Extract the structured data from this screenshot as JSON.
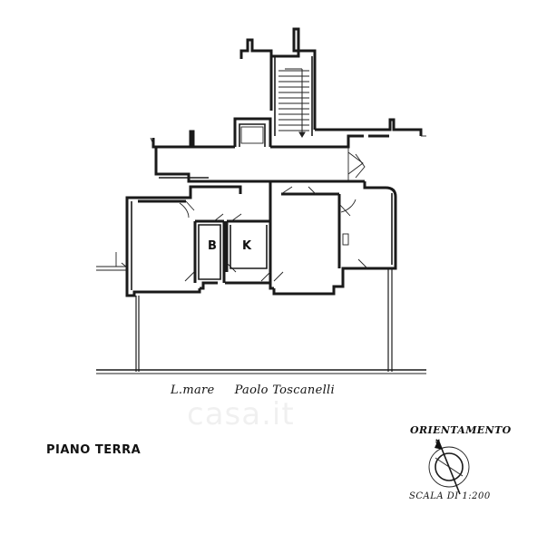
{
  "drawing": {
    "floor_label": "PIANO TERRA",
    "street_prefix": "L.mare",
    "street_name": "Paolo Toscanelli",
    "rooms": [
      {
        "letter": "B"
      },
      {
        "letter": "K"
      }
    ]
  },
  "legend": {
    "orientation_label": "ORIENTAMENTO",
    "scale_label": "SCALA DI 1:200",
    "compass_icon": "compass-icon"
  },
  "watermark": {
    "text": "casa.it"
  },
  "colors": {
    "ink": "#1a1a1a",
    "paper": "#ffffff"
  }
}
